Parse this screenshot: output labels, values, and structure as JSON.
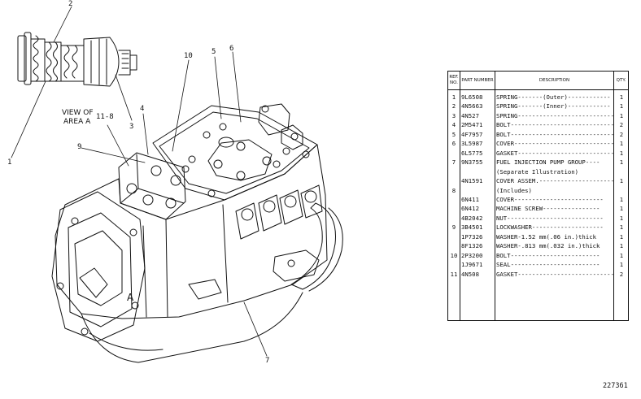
{
  "callouts": [
    "2",
    "10",
    "5",
    "6",
    "4",
    "11-8",
    "3",
    "9",
    "1",
    "7"
  ],
  "view_caption": {
    "line1": "VIEW OF",
    "line2": "AREA A"
  },
  "area_label": "A",
  "table": {
    "headers": {
      "ref": "REF. NO.",
      "part": "PART NUMBER",
      "desc": "DESCRIPTION",
      "qty": "QTY."
    },
    "rows": [
      {
        "ref": "1",
        "part": "9L6508",
        "desc": "SPRING-------(Outer)------------",
        "qty": "1"
      },
      {
        "ref": "2",
        "part": "4N5663",
        "desc": "SPRING-------(Inner)------------",
        "qty": "1"
      },
      {
        "ref": "3",
        "part": "4N527",
        "desc": "SPRING---------------------------",
        "qty": "1"
      },
      {
        "ref": "4",
        "part": "2M5471",
        "desc": "BOLT-----------------------------",
        "qty": "2"
      },
      {
        "ref": "5",
        "part": "4F7957",
        "desc": "BOLT-----------------------------",
        "qty": "2"
      },
      {
        "ref": "6",
        "part": "3L5987",
        "desc": "COVER----------------------------",
        "qty": "1"
      },
      {
        "ref": "",
        "part": "6L5775",
        "desc": "GASKET---------------------------",
        "qty": "1"
      },
      {
        "ref": "7",
        "part": "9N3755",
        "desc": "FUEL INJECTION PUMP GROUP----",
        "qty": "1"
      },
      {
        "ref": "",
        "part": "",
        "desc": "  (Separate Illustration)",
        "qty": ""
      },
      {
        "ref": "",
        "part": "4N1591",
        "desc": "COVER ASSEM.-----------------------",
        "qty": "1"
      },
      {
        "ref": "8",
        "part": "",
        "desc": "  (Includes)",
        "qty": ""
      },
      {
        "ref": "",
        "part": "6N411",
        "desc": "  COVER-------------------------",
        "qty": "1"
      },
      {
        "ref": "",
        "part": "6N412",
        "desc": "  MACHINE SCREW----------------",
        "qty": "1"
      },
      {
        "ref": "",
        "part": "4B2042",
        "desc": "  NUT---------------------------",
        "qty": "1"
      },
      {
        "ref": "9",
        "part": "3B4501",
        "desc": "  LOCKWASHER--------------------",
        "qty": "1"
      },
      {
        "ref": "",
        "part": "1P7326",
        "desc": "  WASHER-1.52 mm(.06 in.)thick",
        "qty": "1"
      },
      {
        "ref": "",
        "part": "8F1326",
        "desc": "  WASHER-.813 mm(.032 in.)thick",
        "qty": "1"
      },
      {
        "ref": "10",
        "part": "2P3200",
        "desc": "  BOLT-------------------------",
        "qty": "1"
      },
      {
        "ref": "",
        "part": "1J9671",
        "desc": "  SEAL-------------------------",
        "qty": "1"
      },
      {
        "ref": "11",
        "part": "4N508",
        "desc": "GASKET---------------------------",
        "qty": "2"
      }
    ]
  },
  "figure_number": "227361"
}
